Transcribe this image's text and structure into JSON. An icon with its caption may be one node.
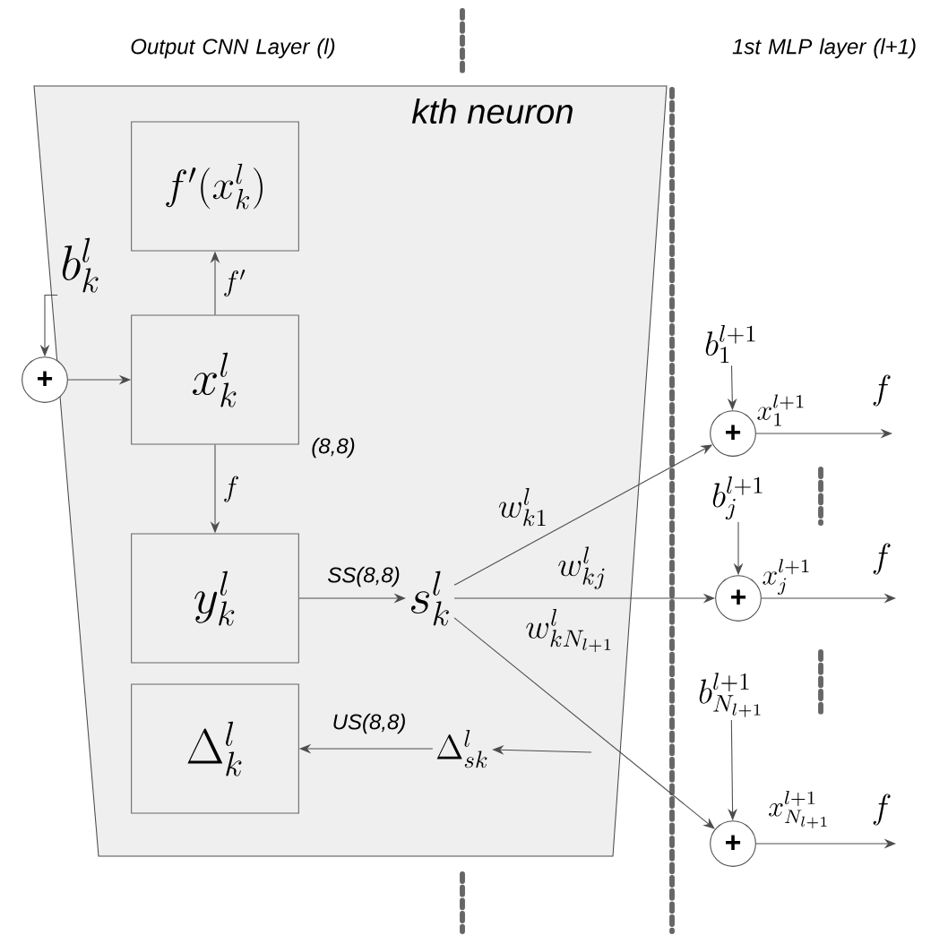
{
  "diagram": {
    "nodes": [
      {
        "text": [
          "kth neuron"
        ]
      },
      {
        "text": [
          "f'(x_k^l)"
        ],
        "in": 0
      },
      {
        "text": [
          "x_k^l"
        ],
        "in": 0,
        "beside": [
          "(8,8)"
        ]
      },
      {
        "text": [
          "y_k^l"
        ],
        "in": 0
      },
      {
        "text": [
          "\\Delta_k^l"
        ],
        "in": 0
      },
      {
        "text": [
          "+"
        ]
      },
      {
        "text": [
          "b_k^l"
        ],
        "in": 0
      },
      {
        "text": [
          "s_k^l"
        ],
        "in": 0
      },
      {
        "text": [
          "\\Delta_{sk}^l"
        ],
        "in": 0
      },
      {
        "text": [
          "b_1^{l+1}"
        ]
      },
      {
        "text": [
          "+"
        ],
        "beside": [
          "x_1^{l+1}"
        ]
      },
      {
        "text": [
          "b_j^{l+1}"
        ]
      },
      {
        "text": [
          "+"
        ],
        "beside": [
          "x_j^{l+1}"
        ]
      },
      {
        "text": [
          "b_{N_{l+1}}^{l+1}"
        ]
      },
      {
        "text": [
          "+"
        ],
        "beside": [
          "x_{N_{l+1}}^{l+1}"
        ]
      }
    ],
    "edges": [
      {
        "from": 6,
        "to": 5,
        "arrow": "to"
      },
      {
        "from": 5,
        "to": 2,
        "arrow": "to"
      },
      {
        "from": 2,
        "to": 1,
        "arrow": "to",
        "label": "f'"
      },
      {
        "from": 2,
        "to": 3,
        "arrow": "to",
        "label": "f"
      },
      {
        "from": 3,
        "to": 7,
        "arrow": "to",
        "label": "SS(8,8)"
      },
      {
        "from": 7,
        "to": 10,
        "arrow": "to",
        "label": "w_{k1}^l"
      },
      {
        "from": 7,
        "to": 12,
        "arrow": "to",
        "label": "w_{kj}^l"
      },
      {
        "from": 7,
        "to": 14,
        "arrow": "to",
        "label": "w_{kN_{l+1}}^l"
      },
      {
        "from": null,
        "to": 8,
        "arrow": "to"
      },
      {
        "from": 8,
        "to": 4,
        "arrow": "to",
        "label": "US(8,8)"
      },
      {
        "from": 9,
        "to": 10,
        "arrow": "to"
      },
      {
        "from": 11,
        "to": 12,
        "arrow": "to"
      },
      {
        "from": 13,
        "to": 14,
        "arrow": "to"
      },
      {
        "from": 10,
        "to": null,
        "arrow": "to",
        "label": "f"
      },
      {
        "from": 12,
        "to": null,
        "arrow": "to",
        "label": "f"
      },
      {
        "from": 14,
        "to": null,
        "arrow": "to",
        "label": "f"
      }
    ],
    "labels": [
      "Output CNN Layer (l)",
      "1st MLP layer (l+1)"
    ]
  }
}
